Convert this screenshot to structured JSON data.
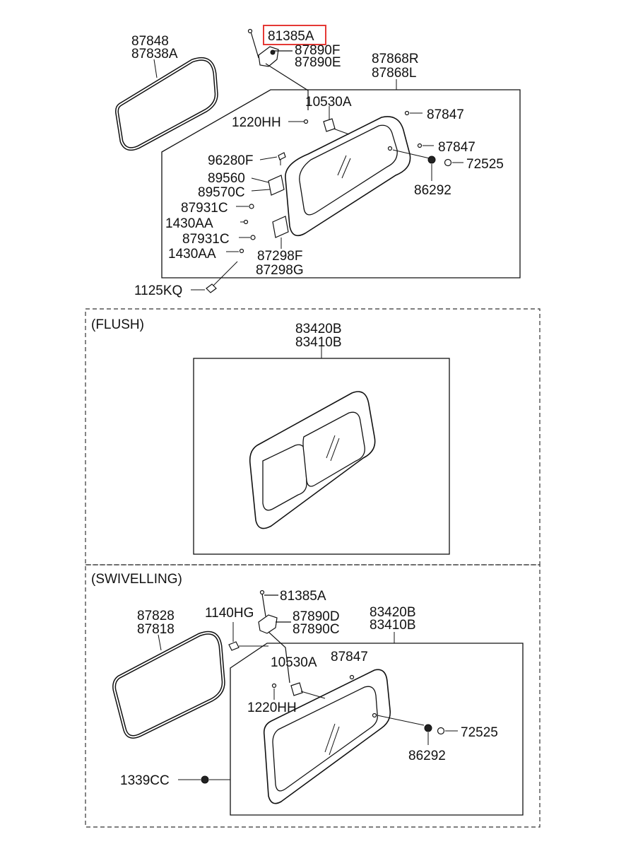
{
  "highlight": {
    "part": "81385A",
    "color": "#e53935"
  },
  "top": {
    "labels": {
      "p87848": "87848",
      "p87838A": "87838A",
      "p81385A": "81385A",
      "p87890F": "87890F",
      "p87890E": "87890E",
      "p87868R": "87868R",
      "p87868L": "87868L",
      "p10530A": "10530A",
      "p1220HH": "1220HH",
      "p87847a": "87847",
      "p87847b": "87847",
      "p96280F": "96280F",
      "p89560": "89560",
      "p89570C": "89570C",
      "p72525": "72525",
      "p86292": "86292",
      "p87931Ca": "87931C",
      "p1430AAa": "1430AA",
      "p87931Cb": "87931C",
      "p1430AAb": "1430AA",
      "p87298F": "87298F",
      "p87298G": "87298G",
      "p1125KQ": "1125KQ"
    }
  },
  "flush": {
    "title": "(FLUSH)",
    "labels": {
      "p83420B": "83420B",
      "p83410B": "83410B"
    }
  },
  "swivelling": {
    "title": "(SWIVELLING)",
    "labels": {
      "p81385A": "81385A",
      "p87828": "87828",
      "p87818": "87818",
      "p1140HG": "1140HG",
      "p87890D": "87890D",
      "p87890C": "87890C",
      "p83420B": "83420B",
      "p83410B": "83410B",
      "p10530A": "10530A",
      "p87847": "87847",
      "p1220HH": "1220HH",
      "p72525": "72525",
      "p86292": "86292",
      "p1339CC": "1339CC"
    }
  }
}
